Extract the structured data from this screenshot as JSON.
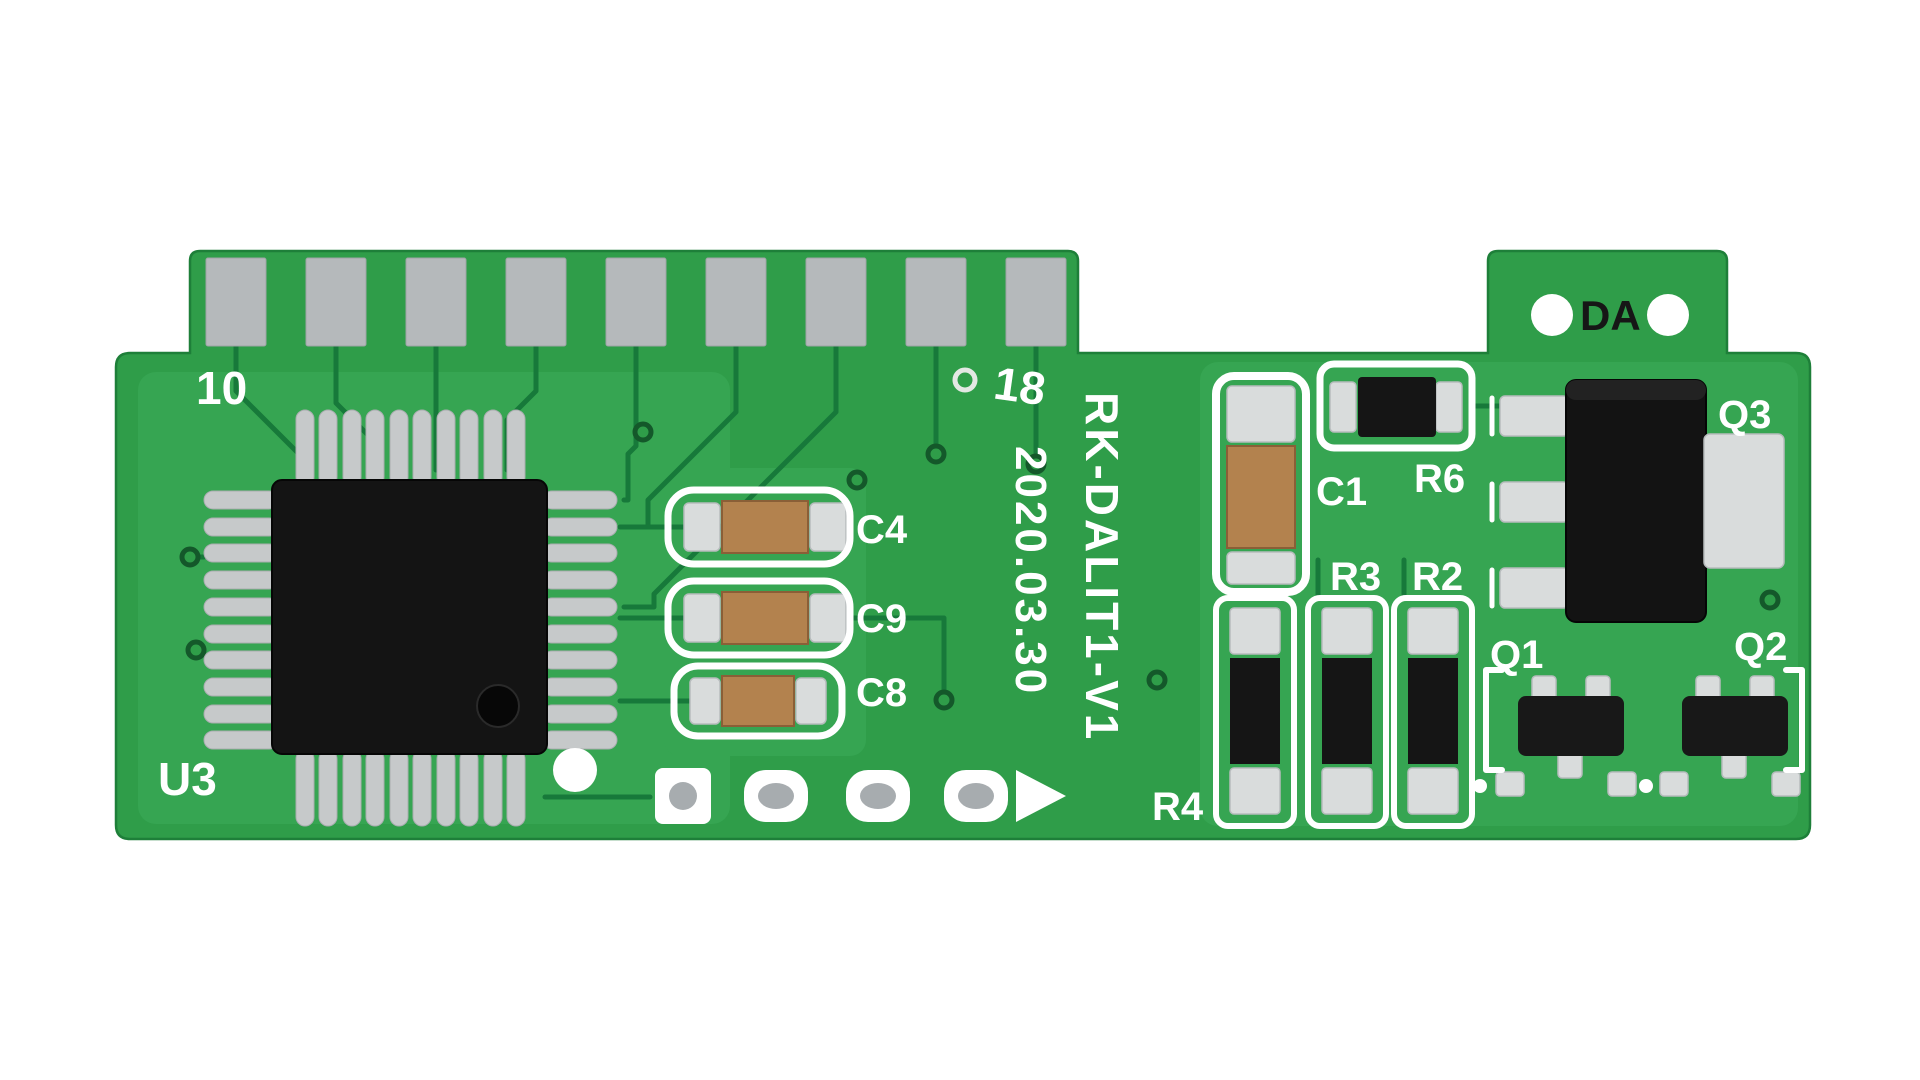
{
  "pcb": {
    "silkscreen": {
      "model": "RK-DALIT1-V1",
      "date": "2020.03.30",
      "pin_number_start": "10",
      "pin_number_end": "18",
      "connector_label": "DA"
    },
    "components": {
      "u3": "U3",
      "c4": "C4",
      "c9": "C9",
      "c8": "C8",
      "c1": "C1",
      "r6": "R6",
      "r3": "R3",
      "r2": "R2",
      "r4": "R4",
      "q1": "Q1",
      "q2": "Q2",
      "q3": "Q3"
    },
    "edge_connector": {
      "pad_count": 9
    },
    "colors": {
      "background": "#FFFFFF",
      "board_green": "#2F9D49",
      "pour_green": "#36A552",
      "trace_green": "#17793A",
      "edge_pad_gray": "#B5B9BB",
      "silkscreen_white": "#FFFFFF",
      "component_black": "#151515",
      "capacitor_tan": "#B3824E",
      "solder_silver": "#D9DCDC"
    }
  }
}
